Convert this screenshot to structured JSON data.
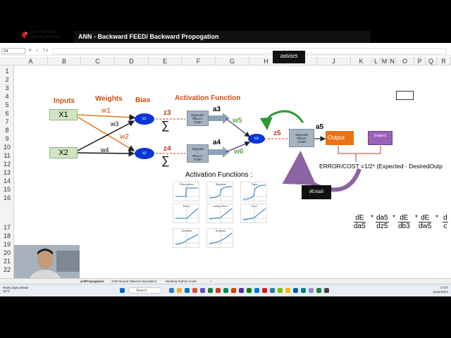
{
  "excel": {
    "name_box": "G4",
    "fx_symbols": "✕ ✓ fx",
    "columns": [
      "A",
      "B",
      "C",
      "D",
      "E",
      "F",
      "G",
      "H",
      "I",
      "J",
      "K",
      "L",
      "M",
      "N",
      "O",
      "P",
      "Q",
      "R"
    ],
    "rows": [
      "1",
      "2",
      "3",
      "4",
      "5",
      "6",
      "7",
      "8",
      "9",
      "10",
      "11",
      "12",
      "13",
      "14",
      "15",
      "16",
      "17",
      "18",
      "19",
      "20",
      "21",
      "22"
    ]
  },
  "diagram": {
    "banner": "ANN - Backward FEED/ Backward Propogation",
    "brand_line1": "Code With Robin",
    "brand_line2": "@Code-With-Robin",
    "inputs_label": "Inputs",
    "weights_label": "Weights",
    "bias_label": "Bias",
    "activation_label": "Activation Function",
    "x1": "X1",
    "x2": "X2",
    "w1": "w1",
    "w2": "w2",
    "w3": "w3",
    "w4": "w4",
    "w5": "w5",
    "w6": "w6",
    "b1": "b1",
    "b2": "b2",
    "b3": "b3",
    "z3": "z3",
    "z4": "z4",
    "z5": "z5",
    "a3": "a3",
    "a4": "a4",
    "a5": "a5",
    "sigma": "∑",
    "act_box_line1": "Sigmoid /",
    "act_box_line2": "RELU /",
    "act_box_line3": "TANH",
    "act_box2_line1": "Sigmoid",
    "act_box2_line2": "/",
    "act_box2_line3": "RELU /",
    "act_box2_line4": "TANH",
    "out_act_line1": "Sigmoid/",
    "out_act_line2": "RELU/",
    "out_act_line3": "TANH",
    "output": "Output",
    "expected": "Expect",
    "da5dz5": "∂a5/dz5",
    "dEda5": "∂E/da5",
    "error": "ERROR/COST  =1/2* (Expected - DesiredOutp",
    "activation_functions_title": "Activation Functions :",
    "mini_charts": [
      "Perceptron",
      "Sigmoid",
      "Tanh",
      "ReLU",
      "Leaky ReLU",
      "ELU",
      "Softmax",
      "Softplus"
    ],
    "chain_rule": [
      {
        "num": "dE",
        "den": "da5",
        "op": "*"
      },
      {
        "num": "da5",
        "den": "dz5",
        "op": "*"
      },
      {
        "num": "dE",
        "den": "db3",
        "op": "*"
      },
      {
        "num": "dE",
        "den": "dw5",
        "op": "*"
      },
      {
        "num": "d",
        "den": "c",
        "op": ""
      }
    ]
  },
  "tabs": {
    "sheet1": "ardPropogation",
    "sheet2": "XOR Neural Network Simulation",
    "sheet3": "Working Python Code",
    "add": "+"
  },
  "taskbar": {
    "weather_line1": "Rainy days ahead",
    "weather_line2": "10°C",
    "search": "Search",
    "time": "17:37",
    "date": "11/11/2024"
  }
}
